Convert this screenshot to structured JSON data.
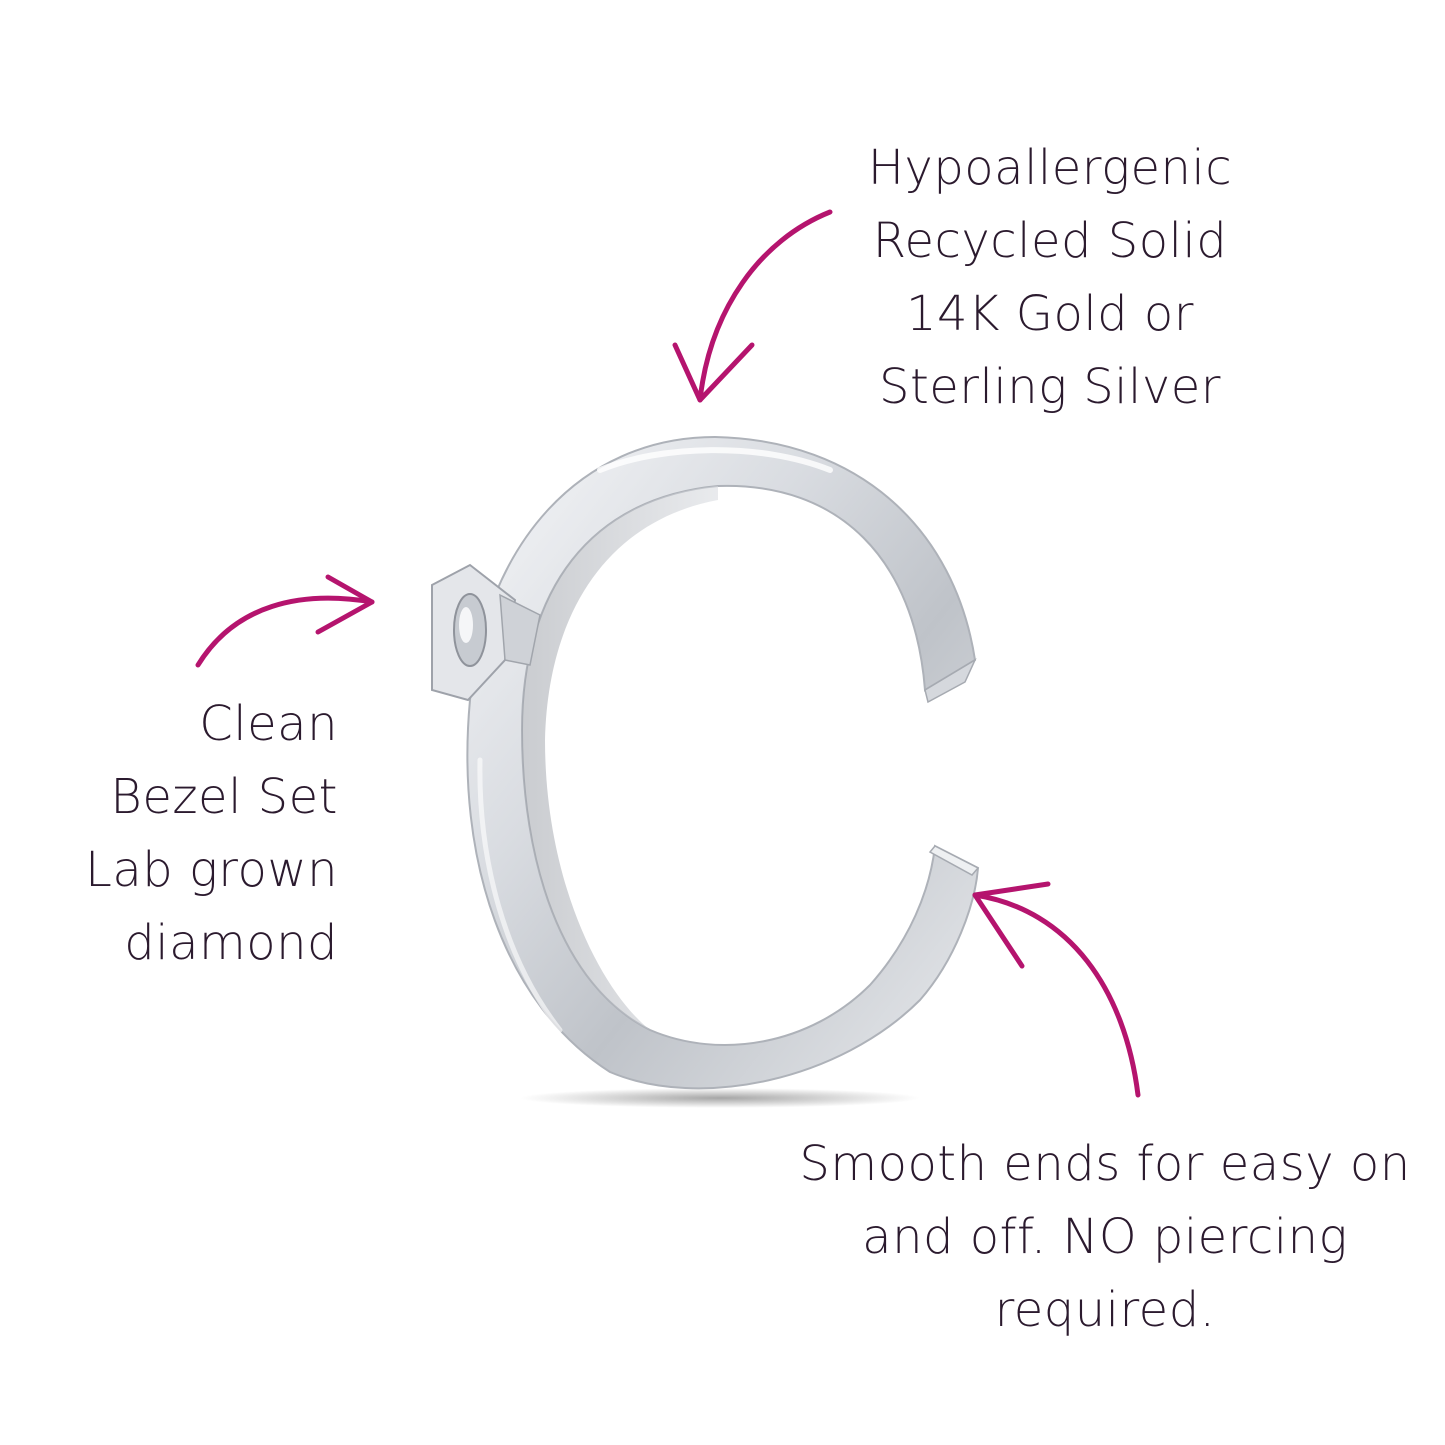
{
  "colors": {
    "background": "#ffffff",
    "text": "#2b1a2e",
    "arrow": "#b5146e",
    "metal_light": "#f3f4f6",
    "metal_mid": "#c9ccd2",
    "metal_dark": "#8f939b"
  },
  "labels": {
    "material": [
      "Hypoallergenic",
      "Recycled Solid",
      "14K Gold or",
      "Sterling Silver"
    ],
    "bezel": [
      "Clean",
      "Bezel Set",
      "Lab grown",
      "diamond"
    ],
    "ends": [
      "Smooth ends for easy on",
      "and off. NO piercing",
      "required."
    ]
  },
  "icons": {
    "product": "silver-open-ring-icon",
    "arrow": "hand-drawn-arrow-icon"
  }
}
